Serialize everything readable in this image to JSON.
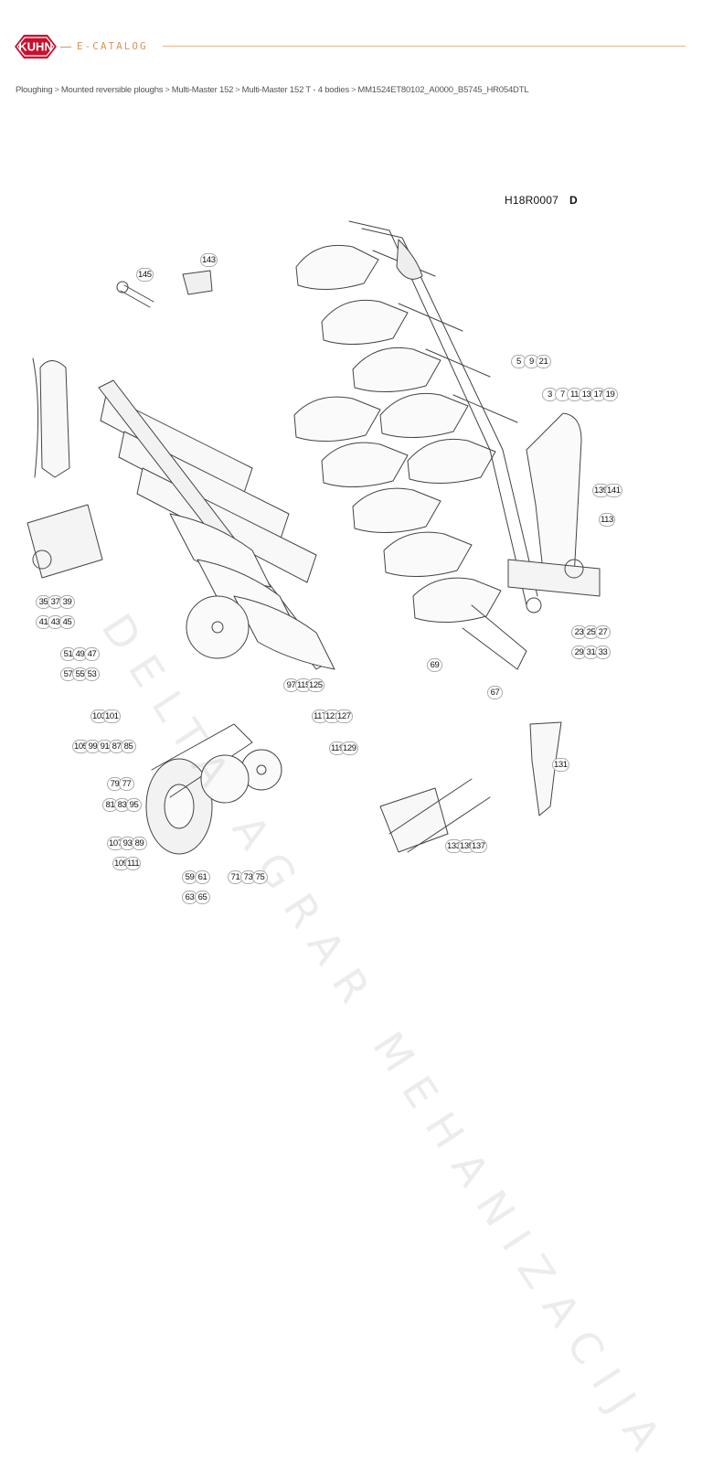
{
  "header": {
    "brand_logo_text": "KUHN",
    "catalog_label": "E-CATALOG",
    "accent_color": "#e8a06a",
    "brand_color": "#c8102e"
  },
  "breadcrumb": [
    "Ploughing",
    "Mounted reversible ploughs",
    "Multi-Master 152",
    "Multi-Master 152 T - 4 bodies",
    "MM1524ET80102_A0000_B5745_HR054DTL"
  ],
  "breadcrumb_separator": ">",
  "diagram": {
    "reference_code": "H18R0007",
    "reference_suffix": "D",
    "watermark_text": "DELTA AGRAR MEHANIZACIJA",
    "callouts": [
      "145",
      "143",
      "5",
      "9",
      "21",
      "3",
      "7",
      "11",
      "13",
      "17",
      "19",
      "139",
      "141",
      "113",
      "23",
      "25",
      "27",
      "29",
      "31",
      "33",
      "35",
      "37",
      "39",
      "41",
      "43",
      "45",
      "51",
      "49",
      "47",
      "57",
      "55",
      "53",
      "69",
      "97",
      "115",
      "125",
      "67",
      "103",
      "101",
      "117",
      "121",
      "127",
      "105",
      "99",
      "91",
      "87",
      "85",
      "119",
      "129",
      "79",
      "77",
      "131",
      "81",
      "83",
      "95",
      "107",
      "93",
      "89",
      "133",
      "135",
      "137",
      "109",
      "111",
      "59",
      "61",
      "71",
      "73",
      "75",
      "63",
      "65"
    ]
  }
}
